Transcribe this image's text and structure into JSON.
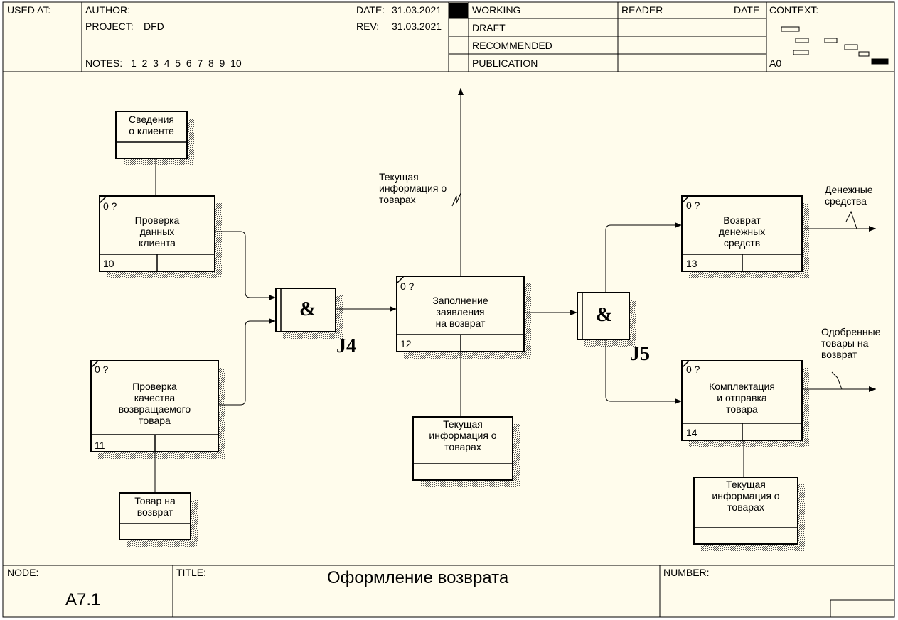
{
  "header": {
    "used_at_label": "USED AT:",
    "author_label": "AUTHOR:",
    "project_label": "PROJECT:",
    "project_value": "DFD",
    "date_label": "DATE:",
    "date_value": "31.03.2021",
    "rev_label": "REV:",
    "rev_value": "31.03.2021",
    "notes_label": "NOTES:",
    "notes_value": "1  2  3  4  5  6  7  8  9  10",
    "status_rows": [
      "WORKING",
      "DRAFT",
      "RECOMMENDED",
      "PUBLICATION"
    ],
    "reader_label": "READER",
    "reader_date_label": "DATE",
    "context_label": "CONTEXT:",
    "context_node": "A0"
  },
  "footer": {
    "node_label": "NODE:",
    "node_value": "A7.1",
    "title_label": "TITLE:",
    "title_value": "Оформление возврата",
    "number_label": "NUMBER:"
  },
  "activities": [
    {
      "id": "10",
      "cost": "0 ?",
      "lines": [
        "Проверка",
        "данных",
        "клиента"
      ]
    },
    {
      "id": "11",
      "cost": "0 ?",
      "lines": [
        "Проверка",
        "качества",
        "возвращаемого",
        "товара"
      ]
    },
    {
      "id": "12",
      "cost": "0 ?",
      "lines": [
        "Заполнение",
        "заявления",
        "на возврат"
      ]
    },
    {
      "id": "13",
      "cost": "0 ?",
      "lines": [
        "Возврат",
        "денежных",
        "средств"
      ]
    },
    {
      "id": "14",
      "cost": "0 ?",
      "lines": [
        "Комплектация",
        "и отправка",
        "товара"
      ]
    }
  ],
  "data_stores": [
    {
      "lines": [
        "Сведения",
        "о клиенте"
      ]
    },
    {
      "lines": [
        "Товар на",
        "возврат"
      ]
    },
    {
      "lines": [
        "Текущая",
        "информация о",
        "товарах"
      ]
    },
    {
      "lines": [
        "Текущая",
        "информация о",
        "товарах"
      ]
    }
  ],
  "junctions": [
    {
      "symbol": "&",
      "label": "J4"
    },
    {
      "symbol": "&",
      "label": "J5"
    }
  ],
  "arrow_labels": {
    "current_info": [
      "Текущая",
      "информация о",
      "товарах"
    ],
    "money": [
      "Денежные",
      "средства"
    ],
    "approved": [
      "Одобренные",
      "товары на",
      "возврат"
    ]
  },
  "colors": {
    "background": "#fffcec",
    "line": "#000000",
    "shadow": "#7a7a7a"
  }
}
